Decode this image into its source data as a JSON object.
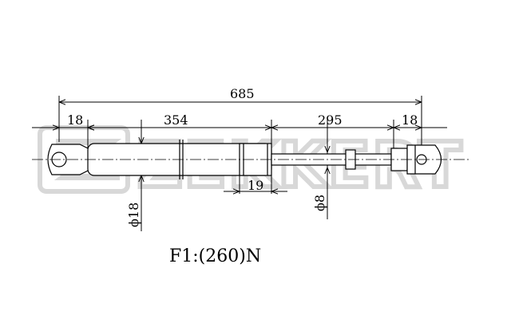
{
  "watermark": {
    "brand": "ZEKKERT"
  },
  "dimensions": {
    "overall_length": "685",
    "left_eye": "18",
    "body_length": "354",
    "rod_length": "295",
    "right_eye": "18",
    "ring_width": "19",
    "body_diameter": "ϕ18",
    "rod_diameter": "ϕ8"
  },
  "force_label": "F1:(260)N",
  "colors": {
    "line": "#000000",
    "watermark": "#d8d8d8"
  }
}
